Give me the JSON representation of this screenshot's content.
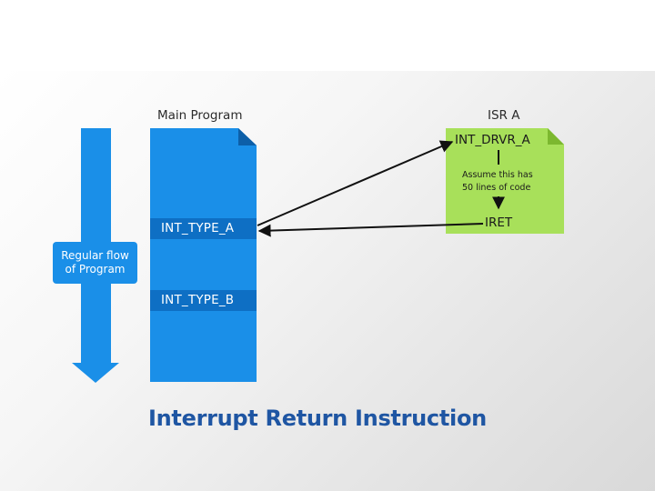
{
  "diagram": {
    "main_program_heading": "Main Program",
    "isr_heading": "ISR A",
    "flow_label_line1": "Regular flow",
    "flow_label_line2": "of Program",
    "int_type_a": "INT_TYPE_A",
    "int_type_b": "INT_TYPE_B",
    "isr_entry": "INT_DRVR_A",
    "isr_note_line1": "Assume this has",
    "isr_note_line2": "50 lines of code",
    "isr_return": "IRET",
    "title": "Interrupt Return Instruction"
  },
  "colors": {
    "blue": "#1a8fe8",
    "dark_blue": "#0e74c8",
    "green": "#a8e05a",
    "title": "#1f56a3"
  },
  "icons": [
    "down-arrow-icon",
    "document-dog-ear-icon"
  ]
}
